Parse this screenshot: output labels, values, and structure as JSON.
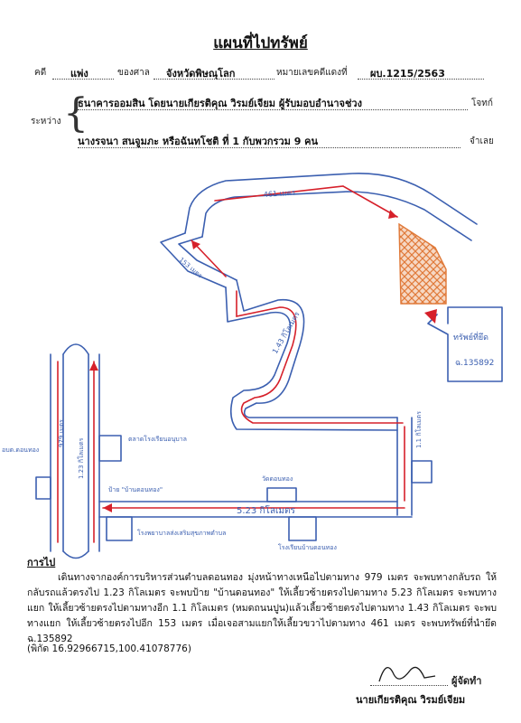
{
  "header": {
    "title": "แผนที่ไปทรัพย์",
    "case_label": "คดี",
    "case_type": "แพ่ง",
    "court_label": "ของศาล",
    "court": "จังหวัดพิษณุโลก",
    "case_no_label": "หมายเลขคดีแดงที่",
    "case_no": "ผบ.1215/2563",
    "between_label": "ระหว่าง",
    "plaintiff": "ธนาคารออมสิน โดยนายเกียรติคุณ  วิรมย์เจียม ผู้รับมอบอำนาจช่วง",
    "plaintiff_role": "โจทก์",
    "defendant": "นางรจนา  สนจูมภะ หรือฉันทโชติ  ที่ 1 กับพวกรวม 9 คน",
    "defendant_role": "จำเลย"
  },
  "map": {
    "road_top_distance": "461 เมตร",
    "road_left_distance": "153 เมตร",
    "road_mid_distance": "1.43 กิโลเมตร",
    "road_main_distance": "5.23 กิโลเมตร",
    "highway_top_distance": "979 เมตร",
    "highway_mid_distance": "1.23 กิโลเมตร",
    "right_road_distance": "1.1 กิโลเมตร",
    "sign_school_top": "ตลาดโรงเรียนอนุบาล",
    "sign_tambon_office": "อบต.ดอนทอง",
    "sign_village": "ป้าย \"บ้านดอนทอง\"",
    "sign_school": "โรงเรียนบ้านดอนทอง",
    "sign_temple": "วัดดอนทอง",
    "sign_hospital": "โรงพยาบาลส่งเสริมสุขภาพตำบล",
    "property_label": "ทรัพย์ที่ยึด",
    "property_deed": "ฉ.135892",
    "hatch_color": "#e07a3a",
    "route_color": "#d6202a",
    "ink_color": "#3b5fb0"
  },
  "route": {
    "heading": "การไป",
    "text": "เดินทางจากองค์การบริหารส่วนตำบลดอนทอง มุ่งหน้าทางเหนือไปตามทาง 979 เมตร จะพบทางกลับรถ ให้กลับรถแล้วตรงไป 1.23 กิโลเมตร จะพบป้าย \"บ้านดอนทอง\" ให้เลี้ยวซ้ายตรงไปตามทาง 5.23 กิโลเมตร จะพบทางแยก ให้เลี้ยวซ้ายตรงไปตามทางอีก 1.1 กิโลเมตร (หมดถนนปูน)แล้วเลี้ยวซ้ายตรงไปตามทาง 1.43 กิโลเมตร จะพบทางแยก ให้เลี้ยวซ้ายตรงไปอีก 153 เมตร เมื่อเจอสามแยกให้เลี้ยวขวาไปตามทาง 461 เมตร  จะพบทรัพย์ที่นำยึด ฉ.135892",
    "coordinates": "(พิกัด 16.92966715,100.41078776)"
  },
  "footer": {
    "preparer_label": "ผู้จัดทำ",
    "preparer_name": "นายเกียรติคุณ  วิรมย์เจียม"
  }
}
